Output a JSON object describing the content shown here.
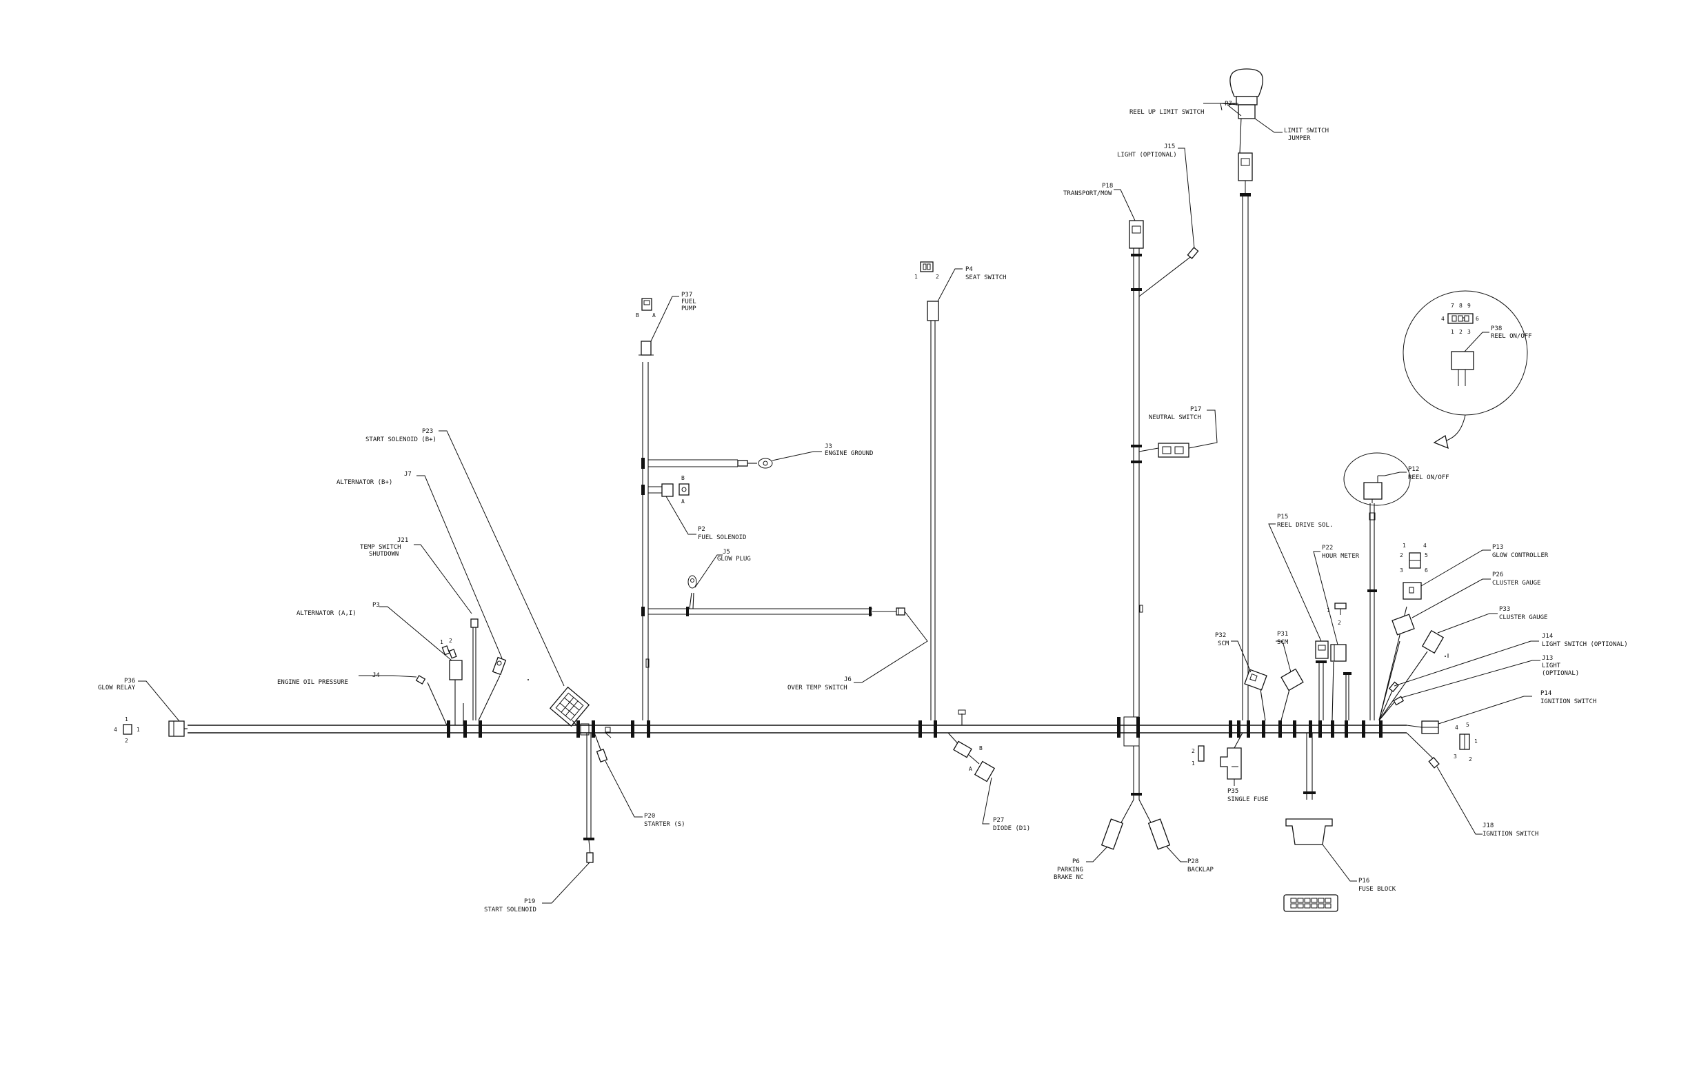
{
  "labels": {
    "p36": [
      "P36",
      "GLOW RELAY"
    ],
    "j4": [
      "J4",
      "ENGINE OIL PRESSURE"
    ],
    "p3": [
      "P3",
      "ALTERNATOR (A,I)"
    ],
    "j21": [
      "J21",
      "TEMP SWITCH",
      "SHUTDOWN"
    ],
    "j7": [
      "J7",
      "ALTERNATOR (B+)"
    ],
    "p23": [
      "P23",
      "START SOLENOID (B+)"
    ],
    "p19": [
      "P19",
      "START SOLENOID"
    ],
    "p20": [
      "P20",
      "STARTER (S)"
    ],
    "p37": [
      "P37",
      "FUEL",
      "PUMP"
    ],
    "j3": [
      "J3",
      "ENGINE GROUND"
    ],
    "p2": [
      "P2",
      "FUEL SOLENOID"
    ],
    "j5": [
      "J5",
      "GLOW PLUG"
    ],
    "j6": [
      "J6",
      "OVER TEMP SWITCH"
    ],
    "p4": [
      "P4",
      "SEAT SWITCH"
    ],
    "p27": [
      "P27",
      "DIODE (D1)"
    ],
    "p18": [
      "P18",
      "TRANSPORT/MOW"
    ],
    "j15": [
      "J15",
      "LIGHT (OPTIONAL)"
    ],
    "p17": [
      "P17",
      "NEUTRAL SWITCH"
    ],
    "p6": [
      "P6",
      "PARKING",
      "BRAKE NC"
    ],
    "p28": [
      "P28",
      "BACKLAP"
    ],
    "p7": [
      "P7",
      "REEL UP LIMIT SWITCH"
    ],
    "limit_jumper": [
      "LIMIT SWITCH",
      "JUMPER"
    ],
    "p35": [
      "P35",
      "SINGLE FUSE"
    ],
    "p32": [
      "P32",
      "SCM"
    ],
    "p31": [
      "P31",
      "SCM"
    ],
    "p15": [
      "P15",
      "REEL DRIVE SOL."
    ],
    "p22": [
      "P22",
      "HOUR METER"
    ],
    "p16": [
      "P16",
      "FUSE BLOCK"
    ],
    "p12": [
      "P12",
      "REEL ON/OFF"
    ],
    "p38": [
      "P38",
      "REEL ON/OFF"
    ],
    "p13": [
      "P13",
      "GLOW CONTROLLER"
    ],
    "p26": [
      "P26",
      "CLUSTER GAUGE"
    ],
    "p33": [
      "P33",
      "CLUSTER GAUGE"
    ],
    "j14": [
      "J14",
      "LIGHT SWITCH (OPTIONAL)"
    ],
    "j13": [
      "J13",
      "LIGHT",
      "(OPTIONAL)"
    ],
    "p14": [
      "P14",
      "IGNITION SWITCH"
    ],
    "j18": [
      "J18",
      "IGNITION SWITCH"
    ]
  },
  "pins": {
    "p36": [
      "1",
      "4",
      "1",
      "2"
    ],
    "p3": [
      "1",
      "2"
    ],
    "p37": [
      "B",
      "A"
    ],
    "p2": [
      "B",
      "A"
    ],
    "p4": [
      "1",
      "2"
    ],
    "p27": [
      "B",
      "A"
    ],
    "p35": [
      "2",
      "1"
    ],
    "p22": [
      "1",
      "2"
    ],
    "p38": [
      "7",
      "8",
      "9",
      "4",
      "5",
      "6",
      "1",
      "2",
      "3"
    ],
    "p13": [
      "1",
      "4",
      "2",
      "5",
      "3",
      "6"
    ],
    "p14": [
      "4",
      "5",
      "1",
      "3",
      "2"
    ]
  },
  "icons": [
    "connector-icon",
    "ring-terminal-icon",
    "lamp-icon",
    "fuse-block-icon",
    "relay-icon",
    "zoom-arrow-icon"
  ]
}
